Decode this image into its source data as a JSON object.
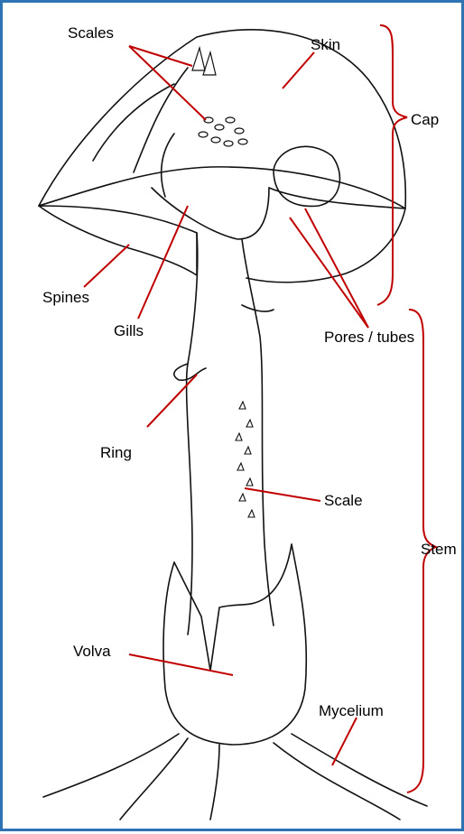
{
  "colors": {
    "border": "#2e74b5",
    "leader": "#c00000",
    "ink": "#000000"
  },
  "labels": {
    "scales": "Scales",
    "skin": "Skin",
    "cap": "Cap",
    "spines": "Spines",
    "gills": "Gills",
    "pores": "Pores / tubes",
    "ring": "Ring",
    "scale": "Scale",
    "stem": "Stem",
    "volva": "Volva",
    "mycelium": "Mycelium"
  }
}
